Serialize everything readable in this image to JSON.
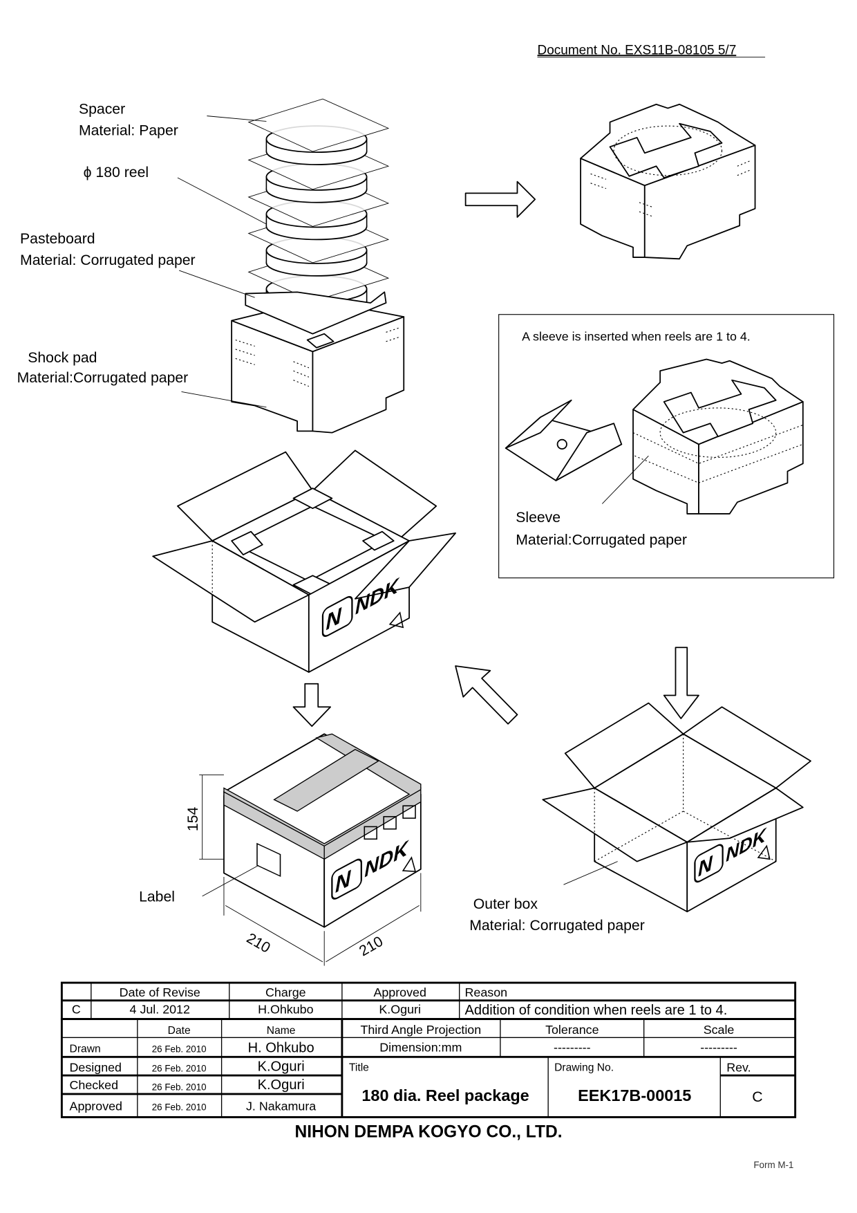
{
  "header": {
    "document_no": "Document No. EXS11B-08105 5/7"
  },
  "labels": {
    "spacer": "Spacer",
    "spacer_material": "Material: Paper",
    "reel": "ϕ 180 reel",
    "pasteboard": "Pasteboard",
    "pasteboard_material": "Material: Corrugated paper",
    "shock_pad": "Shock pad",
    "shock_pad_material": "Material:Corrugated paper",
    "sleeve_note": "A sleeve is inserted when reels are 1 to 4.",
    "sleeve": "Sleeve",
    "sleeve_material": "Material:Corrugated paper",
    "label": "Label",
    "outer_box": "Outer box",
    "outer_box_material": "Material: Corrugated paper",
    "dim_height": "154",
    "dim_width": "210",
    "dim_depth": "210",
    "logo": "NDK"
  },
  "revision": {
    "headers": [
      "",
      "Date of Revise",
      "Charge",
      "Approved",
      "Reason"
    ],
    "row": [
      "C",
      "4 Jul. 2012",
      "H.Ohkubo",
      "K.Oguri",
      "Addition of condition when reels are 1 to 4."
    ]
  },
  "signoff": {
    "headers": [
      "",
      "Date",
      "Name"
    ],
    "rows": [
      [
        "Drawn",
        "26 Feb. 2010",
        "H. Ohkubo"
      ],
      [
        "Designed",
        "26 Feb. 2010",
        "K.Oguri"
      ],
      [
        "Checked",
        "26 Feb. 2010",
        "K.Oguri"
      ],
      [
        "Approved",
        "26 Feb. 2010",
        "J. Nakamura"
      ]
    ]
  },
  "spec": {
    "projection": "Third Angle Projection",
    "dimension": "Dimension:mm",
    "tolerance_label": "Tolerance",
    "tolerance_value": "---------",
    "scale_label": "Scale",
    "scale_value": "---------"
  },
  "title_block": {
    "title_label": "Title",
    "title": "180 dia. Reel package",
    "drawing_no_label": "Drawing No.",
    "drawing_no": "EEK17B-00015",
    "rev_label": "Rev.",
    "rev": "C"
  },
  "footer": {
    "company": "NIHON DEMPA KOGYO CO., LTD.",
    "form": "Form M-1"
  }
}
